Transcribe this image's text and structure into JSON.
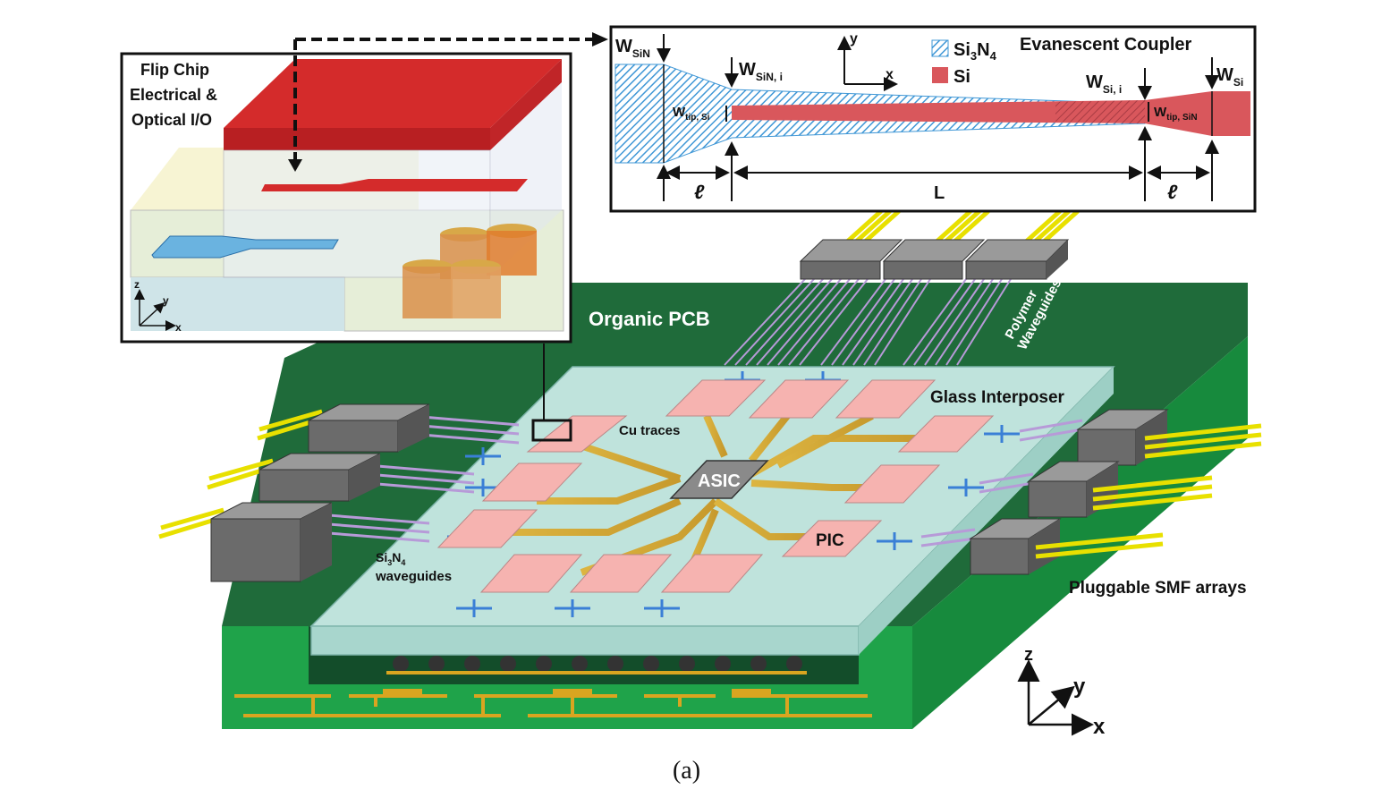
{
  "inset_flip_chip": {
    "title_lines": [
      "Flip Chip",
      "Electrical &",
      "Optical I/O"
    ],
    "axes": {
      "z": "z",
      "y": "y",
      "x": "x"
    }
  },
  "coupler": {
    "title": "Evanescent Coupler",
    "legend": {
      "sin_base": "Si",
      "sin_sub3": "3",
      "sin_n": "N",
      "sin_sub4": "4",
      "si": "Si"
    },
    "axes": {
      "y": "y",
      "x": "x"
    },
    "labels": {
      "w_sin": {
        "main": "W",
        "sub": "SiN"
      },
      "w_sin_i": {
        "main": "W",
        "sub": "SiN, i"
      },
      "w_tip_si": {
        "main": "W",
        "sub": "tip, Si"
      },
      "w_si_i": {
        "main": "W",
        "sub": "Si, i"
      },
      "w_tip_sin": {
        "main": "W",
        "sub": "tip, SiN"
      },
      "w_si": {
        "main": "W",
        "sub": "Si"
      },
      "ell_left": "ℓ",
      "length": "L",
      "ell_right": "ℓ"
    },
    "colors": {
      "sin": "#4a9fd8",
      "si": "#d9575c"
    }
  },
  "main": {
    "organic_pcb": "Organic PCB",
    "polymer_waveguides_line1": "Polymer",
    "polymer_waveguides_line2": "Waveguides",
    "glass_interposer": "Glass Interposer",
    "cu_traces": "Cu traces",
    "asic": "ASIC",
    "pic": "PIC",
    "sin_wg_base": "Si",
    "sin_wg_sub3": "3",
    "sin_wg_n": "N",
    "sin_wg_sub4": "4",
    "sin_wg_line2": "waveguides",
    "pluggable_smf": "Pluggable SMF arrays",
    "axes": {
      "z": "z",
      "y": "y",
      "x": "x"
    },
    "colors": {
      "pcb_top": "#1f6b3a",
      "pcb_side": "#1fa34a",
      "glass": "#bfe3dc",
      "chip": "#f6b3b0",
      "cu": "#d9a520",
      "fiber": "#e8e000",
      "connector": "#6b6b6b"
    }
  },
  "caption": "(a)"
}
